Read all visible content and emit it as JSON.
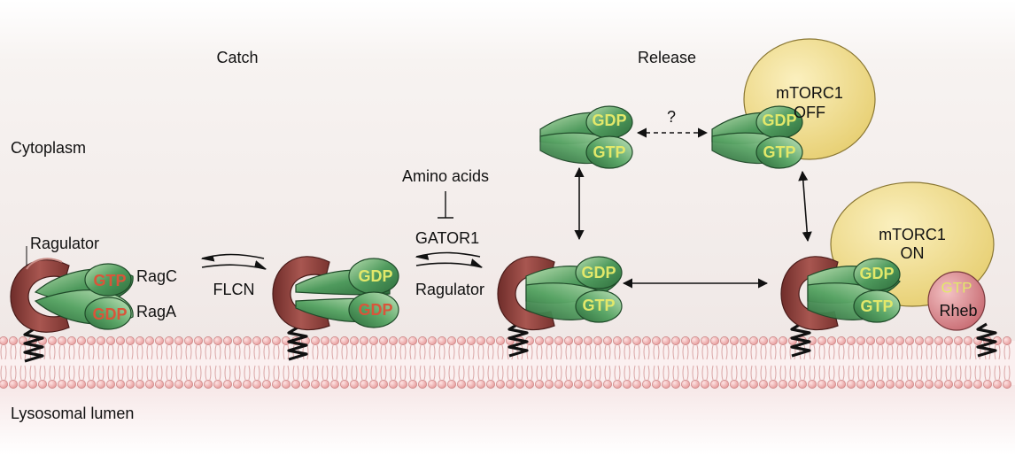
{
  "headings": {
    "catch": "Catch",
    "release": "Release"
  },
  "regions": {
    "cytoplasm": "Cytoplasm",
    "lumen": "Lysosomal lumen"
  },
  "labels": {
    "ragulator_left": "Ragulator",
    "ragc": "RagC",
    "raga": "RagA",
    "flcn": "FLCN",
    "amino_acids": "Amino acids",
    "gator1": "GATOR1",
    "ragulator_mid": "Ragulator",
    "question": "?",
    "mtorc1_off_line1": "mTORC1",
    "mtorc1_off_line2": "OFF",
    "mtorc1_on_line1": "mTORC1",
    "mtorc1_on_line2": "ON",
    "rheb": "Rheb"
  },
  "nucleotides": {
    "gtp": "GTP",
    "gdp": "GDP"
  },
  "colors": {
    "ragulator": "#8e3f3a",
    "rag_green": "#3f8a4e",
    "rag_light": "#9fcf9a",
    "mtorc1": "#ecd98a",
    "rheb": "#cf7f84",
    "membrane_head": "#f1b6b6",
    "nucleotide_red": "#d9553a",
    "nucleotide_yellow": "#e2e86a"
  }
}
